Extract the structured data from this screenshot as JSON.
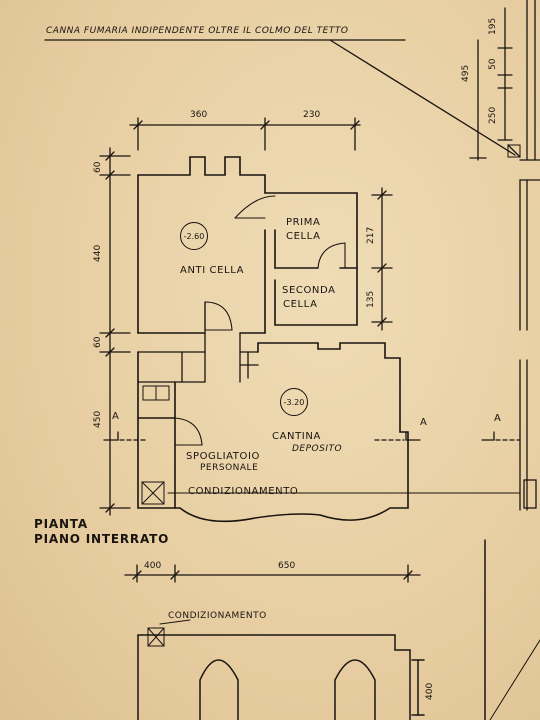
{
  "header_note": "CANNA FUMARIA INDIPENDENTE OLTRE IL COLMO DEL TETTO",
  "top_dims": {
    "d360": "360",
    "d230": "230"
  },
  "right_dims": {
    "d495": "495",
    "d195": "195",
    "d50": "50",
    "d250": "250"
  },
  "left_dims": {
    "d60a": "60",
    "d440": "440",
    "d60b": "60",
    "d450": "450"
  },
  "room_dims": {
    "d217": "217",
    "d135": "135"
  },
  "bottom_dims": {
    "d400a": "400",
    "d650": "650",
    "d400b": "400"
  },
  "rooms": {
    "anti_cella": "ANTI CELLA",
    "prima": "PRIMA",
    "cella_1": "CELLA",
    "seconda": "SECONDA",
    "cella_2": "CELLA",
    "cantina": "CANTINA",
    "deposito": "DEPOSITO",
    "spogliatoio": "SPOGLIATOIO",
    "personale": "PERSONALE",
    "condizionamento": "CONDIZIONAMENTO",
    "condizionamento_2": "CONDIZIONAMENTO"
  },
  "levels": {
    "anti_cella": "-2.60",
    "cantina": "-3.20"
  },
  "section_marks": {
    "a_left": "A",
    "a_right": "A",
    "a_far": "A"
  },
  "plan_title": {
    "line1": "PIANTA",
    "line2": "PIANO INTERRATO"
  },
  "colors": {
    "ink": "#1a1410",
    "paper": "#e8cfa3"
  }
}
